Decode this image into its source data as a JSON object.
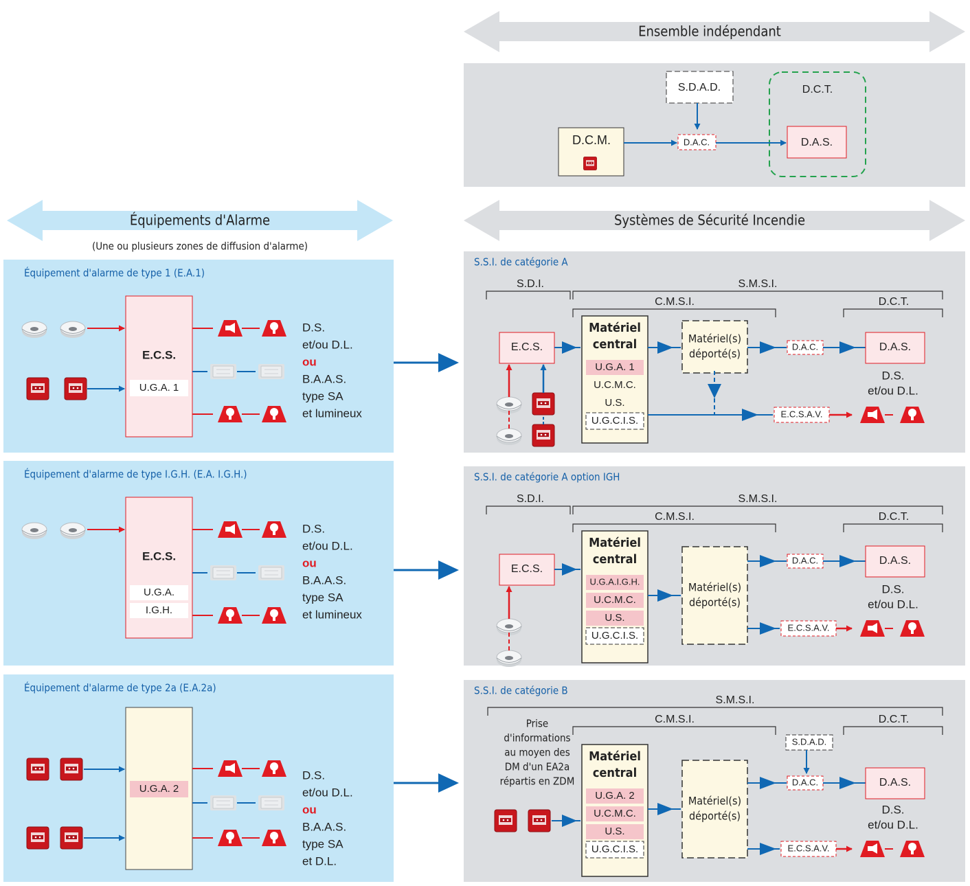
{
  "ensemble": {
    "title": "Ensemble indépendant",
    "dcm": "D.C.M.",
    "sdad": "S.D.A.D.",
    "dac": "D.A.C.",
    "dct": "D.C.T.",
    "das": "D.A.S."
  },
  "left_header": {
    "title": "Équipements d'Alarme",
    "subtitle": "(Une ou plusieurs zones de diffusion d'alarme)"
  },
  "right_header": {
    "title": "Systèmes de Sécurité Incendie"
  },
  "ea": [
    {
      "title": "Équipement d'alarme de type 1 (E.A.1)",
      "ecs": "E.C.S.",
      "uga": [
        "U.G.A. 1"
      ],
      "out": [
        "D.S.",
        "et/ou D.L.",
        "ou",
        "B.A.A.S.",
        "type SA",
        "et lumineux"
      ]
    },
    {
      "title": "Équipement d'alarme de type I.G.H. (E.A. I.G.H.)",
      "ecs": "E.C.S.",
      "uga": [
        "U.G.A.",
        "I.G.H."
      ],
      "out": [
        "D.S.",
        "et/ou D.L.",
        "ou",
        "B.A.A.S.",
        "type SA",
        "et lumineux"
      ]
    },
    {
      "title": "Équipement d'alarme de type 2a (E.A.2a)",
      "ecs": "",
      "uga": [
        "U.G.A. 2"
      ],
      "out": [
        "D.S.",
        "et/ou D.L.",
        "ou",
        "B.A.A.S.",
        "type SA",
        "et D.L."
      ]
    }
  ],
  "ssi": [
    {
      "title": "S.S.I. de catégorie A",
      "sdi": "S.D.I.",
      "smsi": "S.M.S.I.",
      "cmsi": "C.M.S.I.",
      "dct": "D.C.T.",
      "ecs": "E.C.S.",
      "central": [
        "Matériel",
        "central"
      ],
      "units": [
        "U.G.A. 1",
        "U.C.M.C.",
        "U.S.",
        "U.G.C.I.S."
      ],
      "deporte": [
        "Matériel(s)",
        "déporté(s)"
      ],
      "dac": "D.A.C.",
      "das": "D.A.S.",
      "ecsav": "E.C.S.A.V.",
      "dsdl": [
        "D.S.",
        "et/ou D.L."
      ]
    },
    {
      "title": "S.S.I. de catégorie A option IGH",
      "sdi": "S.D.I.",
      "smsi": "S.M.S.I.",
      "cmsi": "C.M.S.I.",
      "dct": "D.C.T.",
      "ecs": "E.C.S.",
      "central": [
        "Matériel",
        "central"
      ],
      "units": [
        "U.G.A.I.G.H.",
        "U.C.M.C.",
        "U.S.",
        "U.G.C.I.S."
      ],
      "deporte": [
        "Matériel(s)",
        "déporté(s)"
      ],
      "dac": "D.A.C.",
      "das": "D.A.S.",
      "ecsav": "E.C.S.A.V.",
      "dsdl": [
        "D.S.",
        "et/ou D.L."
      ]
    },
    {
      "title": "S.S.I. de catégorie B",
      "smsi": "S.M.S.I.",
      "cmsi": "C.M.S.I.",
      "dct": "D.C.T.",
      "sdad": "S.D.A.D.",
      "prise": [
        "Prise",
        "d'informations",
        "au moyen des",
        "DM d'un EA2a",
        "répartis en ZDM"
      ],
      "central": [
        "Matériel",
        "central"
      ],
      "units": [
        "U.G.A. 2",
        "U.C.M.C.",
        "U.S.",
        "U.G.C.I.S."
      ],
      "deporte": [
        "Matériel(s)",
        "déporté(s)"
      ],
      "dac": "D.A.C.",
      "das": "D.A.S.",
      "ecsav": "E.C.S.A.V.",
      "dsdl": [
        "D.S.",
        "et/ou D.L."
      ]
    }
  ],
  "colors": {
    "light_blue": "#c4e6f7",
    "grey": "#dcdee1",
    "pink": "#fce7e9",
    "pink_band": "#f5c5ca",
    "cream": "#fdf8e3",
    "red": "#e11b22",
    "blue": "#1068b3",
    "green": "#23a24d",
    "title_blue": "#1560a8"
  }
}
